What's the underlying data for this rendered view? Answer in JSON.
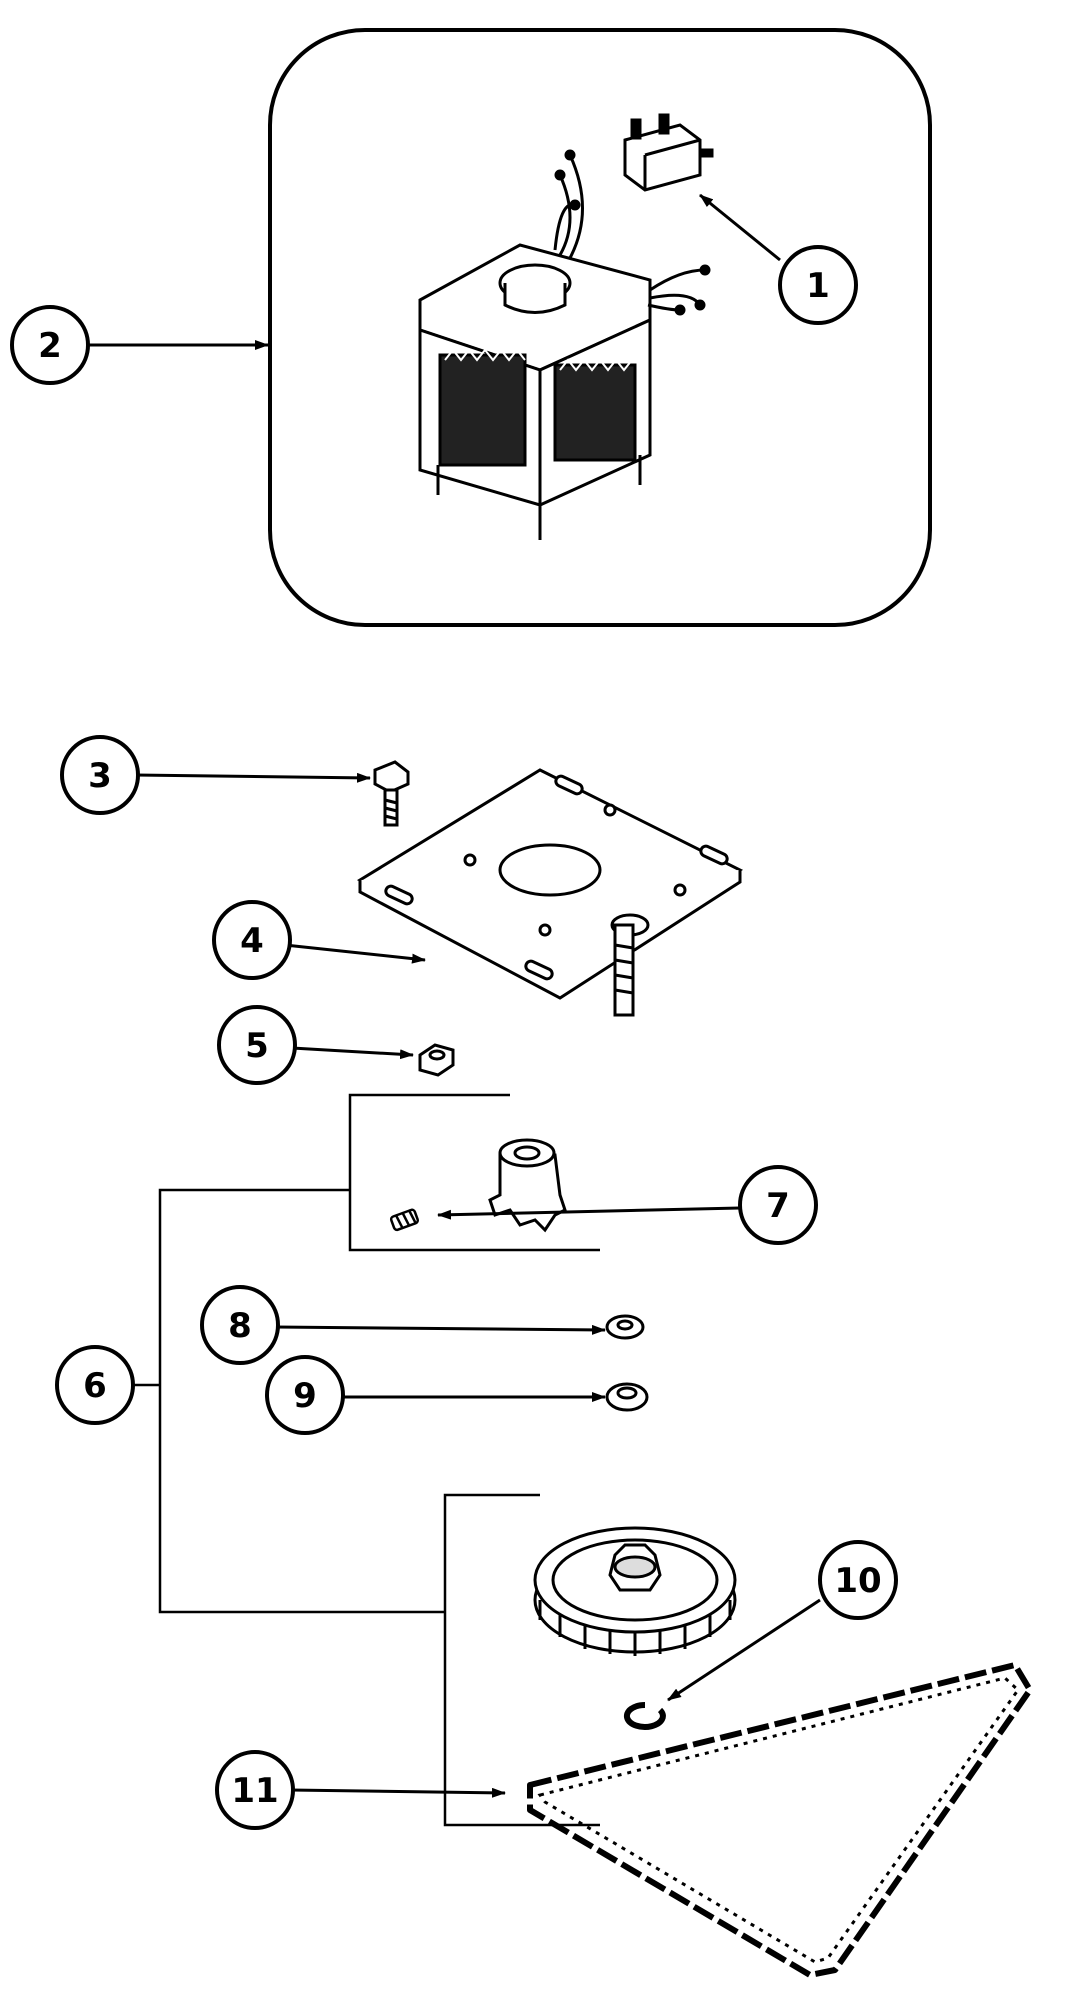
{
  "diagram": {
    "callouts": {
      "c1": "1",
      "c2": "2",
      "c3": "3",
      "c4": "4",
      "c5": "5",
      "c6": "6",
      "c7": "7",
      "c8": "8",
      "c9": "9",
      "c10": "10",
      "c11": "11"
    }
  },
  "colors": {
    "ink": "#000000",
    "paper": "#ffffff"
  }
}
